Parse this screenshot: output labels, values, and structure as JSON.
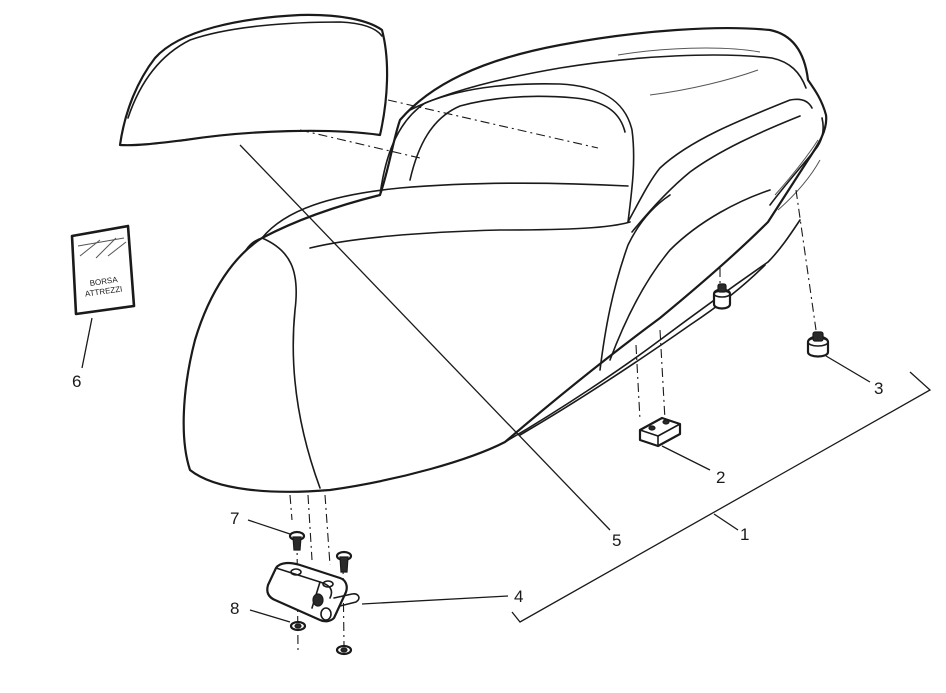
{
  "callouts": [
    {
      "id": "1",
      "label": "1"
    },
    {
      "id": "2",
      "label": "2"
    },
    {
      "id": "3",
      "label": "3"
    },
    {
      "id": "4",
      "label": "4"
    },
    {
      "id": "5",
      "label": "5"
    },
    {
      "id": "6",
      "label": "6"
    },
    {
      "id": "7",
      "label": "7"
    },
    {
      "id": "8",
      "label": "8"
    }
  ],
  "tool_bag": {
    "line1": "BORSA",
    "line2": "ATTREZZI"
  },
  "colors": {
    "ink": "#1a1a1a",
    "background": "#ffffff"
  }
}
